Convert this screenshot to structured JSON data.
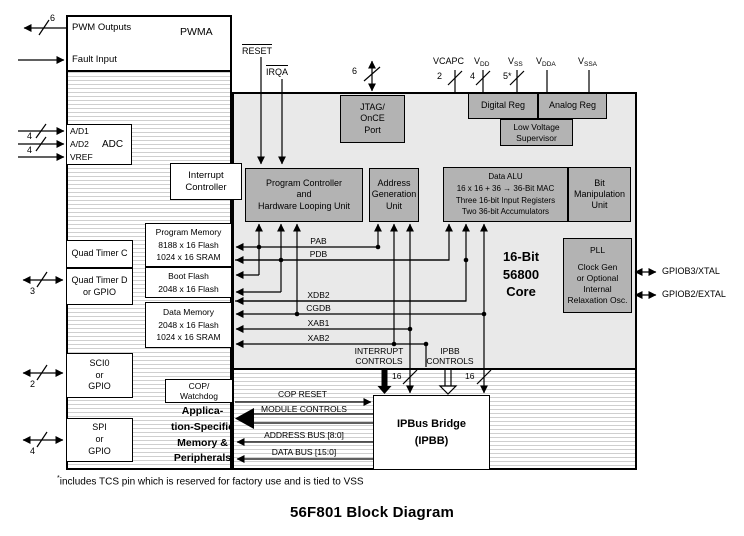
{
  "title": "56F801 Block Diagram",
  "footnote_star": "*",
  "footnote": "includes TCS pin which is reserved for factory use and is tied to VSS",
  "left_panel": {
    "pwm_outputs": "PWM Outputs",
    "pwma": "PWMA",
    "fault_input": "Fault Input",
    "pin_counts": {
      "pwm": "6",
      "ad1": "4",
      "ad2": "4",
      "quad_timer": "3",
      "sci": "2",
      "spi": "4"
    },
    "adc": {
      "label": "ADC",
      "in1": "A/D1",
      "in2": "A/D2",
      "in3": "VREF"
    },
    "interrupt_controller": [
      "Interrupt",
      "Controller"
    ],
    "quad_timer_c": "Quad Timer C",
    "quad_timer_d": [
      "Quad Timer D",
      "or GPIO"
    ],
    "program_memory": [
      "Program Memory",
      "8188 x 16 Flash",
      "1024 x 16 SRAM"
    ],
    "boot_flash": [
      "Boot Flash",
      "2048 x 16 Flash"
    ],
    "data_memory": [
      "Data Memory",
      "2048 x 16 Flash",
      "1024 x 16 SRAM"
    ],
    "sci": [
      "SCI0",
      "or",
      "GPIO"
    ],
    "spi": [
      "SPI",
      "or",
      "GPIO"
    ],
    "cop": [
      "COP/",
      "Watchdog"
    ],
    "app_specific": [
      "Applica-",
      "tion-Specific",
      "Memory &",
      "Peripherals"
    ]
  },
  "top_pins": {
    "reset": "RESET",
    "irqa": "IRQA",
    "jtag_count": "6",
    "vcapc": "VCAPC",
    "vcapc_count": "2",
    "vdd_base": "V",
    "vdd_sub": "DD",
    "vdd_count": "4",
    "vss_base": "V",
    "vss_sub": "SS",
    "vss_count": "5*",
    "vdda_base": "V",
    "vdda_sub": "DDA",
    "vssa_base": "V",
    "vssa_sub": "SSA"
  },
  "core": {
    "jtag": [
      "JTAG/",
      "OnCE",
      "Port"
    ],
    "digital_reg": "Digital Reg",
    "analog_reg": "Analog Reg",
    "lvs": [
      "Low Voltage",
      "Supervisor"
    ],
    "program_controller": [
      "Program Controller",
      "and",
      "Hardware Looping Unit"
    ],
    "agu": [
      "Address",
      "Generation",
      "Unit"
    ],
    "data_alu": [
      "Data ALU",
      "16 x 16 + 36 → 36-Bit MAC",
      "Three 16-bit Input Registers",
      "Two 36-bit Accumulators"
    ],
    "bit_manipulation": [
      "Bit",
      "Manipulation",
      "Unit"
    ],
    "core_label": [
      "16-Bit",
      "56800",
      "Core"
    ],
    "pll_title": "PLL",
    "pll": [
      "Clock Gen",
      "or Optional",
      "Internal",
      "Relaxation Osc."
    ],
    "buses": {
      "pab": "PAB",
      "pdb": "PDB",
      "xdb2": "XDB2",
      "cgdb": "CGDB",
      "xab1": "XAB1",
      "xab2": "XAB2"
    },
    "interrupt_controls": [
      "INTERRUPT",
      "CONTROLS"
    ],
    "ipbb_controls": [
      "IPBB",
      "CONTROLS"
    ],
    "width_16_a": "16",
    "width_16_b": "16"
  },
  "right_pins": {
    "gpiob3": "GPIOB3/XTAL",
    "gpiob2": "GPIOB2/EXTAL"
  },
  "bottom": {
    "ipbb": [
      "IPBus Bridge",
      "(IPBB)"
    ],
    "cop_reset": "COP RESET",
    "module_controls": "MODULE CONTROLS",
    "address_bus": "ADDRESS BUS [8:0]",
    "data_bus": "DATA BUS [15:0]"
  },
  "colors": {
    "block_gray": "#b3b3b3",
    "core_bg": "#e9e9e9",
    "line": "#000000"
  }
}
